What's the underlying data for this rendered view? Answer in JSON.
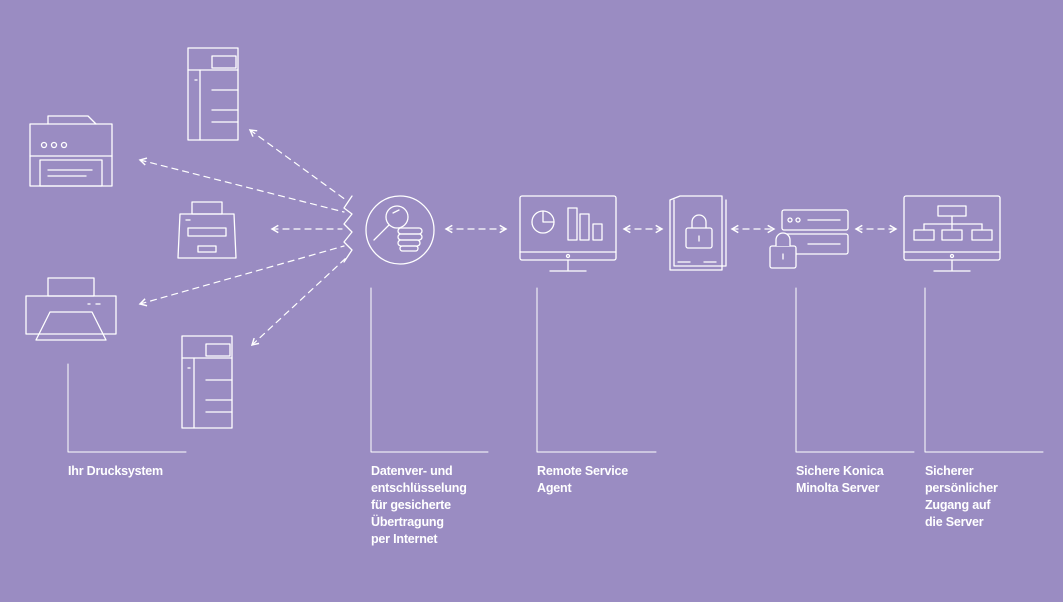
{
  "colors": {
    "background": "#9a8cc2",
    "stroke": "#ffffff"
  },
  "icons": {
    "printers": [
      "tall-copier-icon",
      "desktop-printer-icon",
      "compact-printer-icon",
      "flatbed-printer-icon",
      "tall-copier-icon"
    ],
    "encryption": "magnifier-hand-icon",
    "agent": "monitor-chart-icon",
    "secure_document": "document-lock-icon",
    "server": "server-lock-icon",
    "access": "monitor-hierarchy-icon"
  },
  "labels": {
    "drucksystem": [
      "Ihr Drucksystem"
    ],
    "verschluesselung": [
      "Datenver- und",
      "entschlüsselung",
      "für gesicherte",
      "Übertragung",
      "per Internet"
    ],
    "agent": [
      "Remote Service",
      "Agent"
    ],
    "server": [
      "Sichere Konica",
      "Minolta Server"
    ],
    "zugang": [
      "Sicherer",
      "persönlicher",
      "Zugang auf",
      "die Server"
    ]
  }
}
